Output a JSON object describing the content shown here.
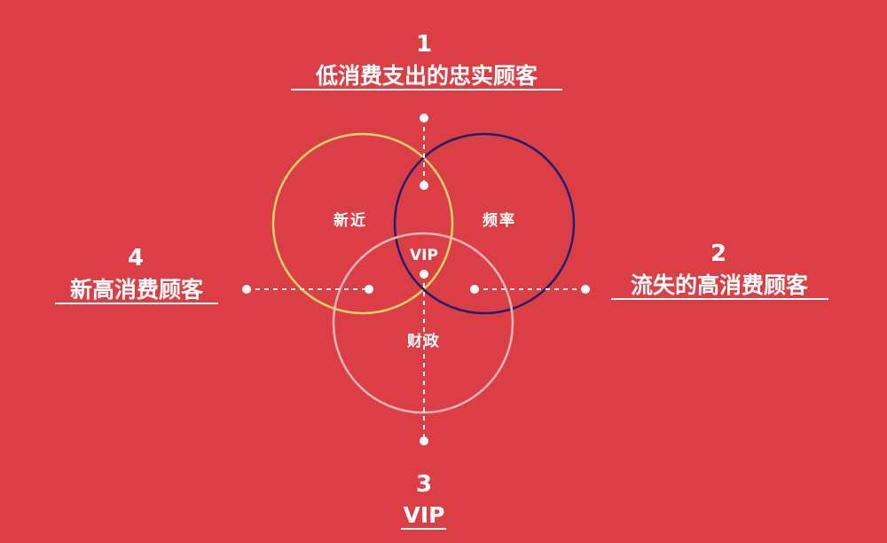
{
  "colors": {
    "background": "#DB3E44",
    "recency_circle": "#E8D567",
    "frequency_circle": "#1E1E6E",
    "monetary_circle": "#F3B7BA",
    "text": "#FFFFFF"
  },
  "segments": {
    "top": {
      "number": "1",
      "label": "低消费支出的忠实顾客"
    },
    "right": {
      "number": "2",
      "label": "流失的高消费顾客"
    },
    "bottom": {
      "number": "3",
      "label": "VIP"
    },
    "left": {
      "number": "4",
      "label": "新高消费顾客"
    }
  },
  "circles": {
    "recency": {
      "label": "新近"
    },
    "frequency": {
      "label": "频率"
    },
    "monetary": {
      "label": "财政"
    },
    "center": {
      "label": "VIP"
    }
  }
}
